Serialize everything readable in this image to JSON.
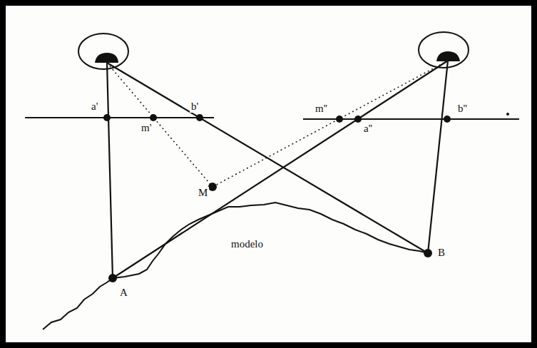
{
  "diagram": {
    "labels": [
      "a'",
      "m'",
      "b'",
      "M",
      "m''",
      "a''",
      "b''",
      "modelo",
      "A",
      "B"
    ]
  }
}
